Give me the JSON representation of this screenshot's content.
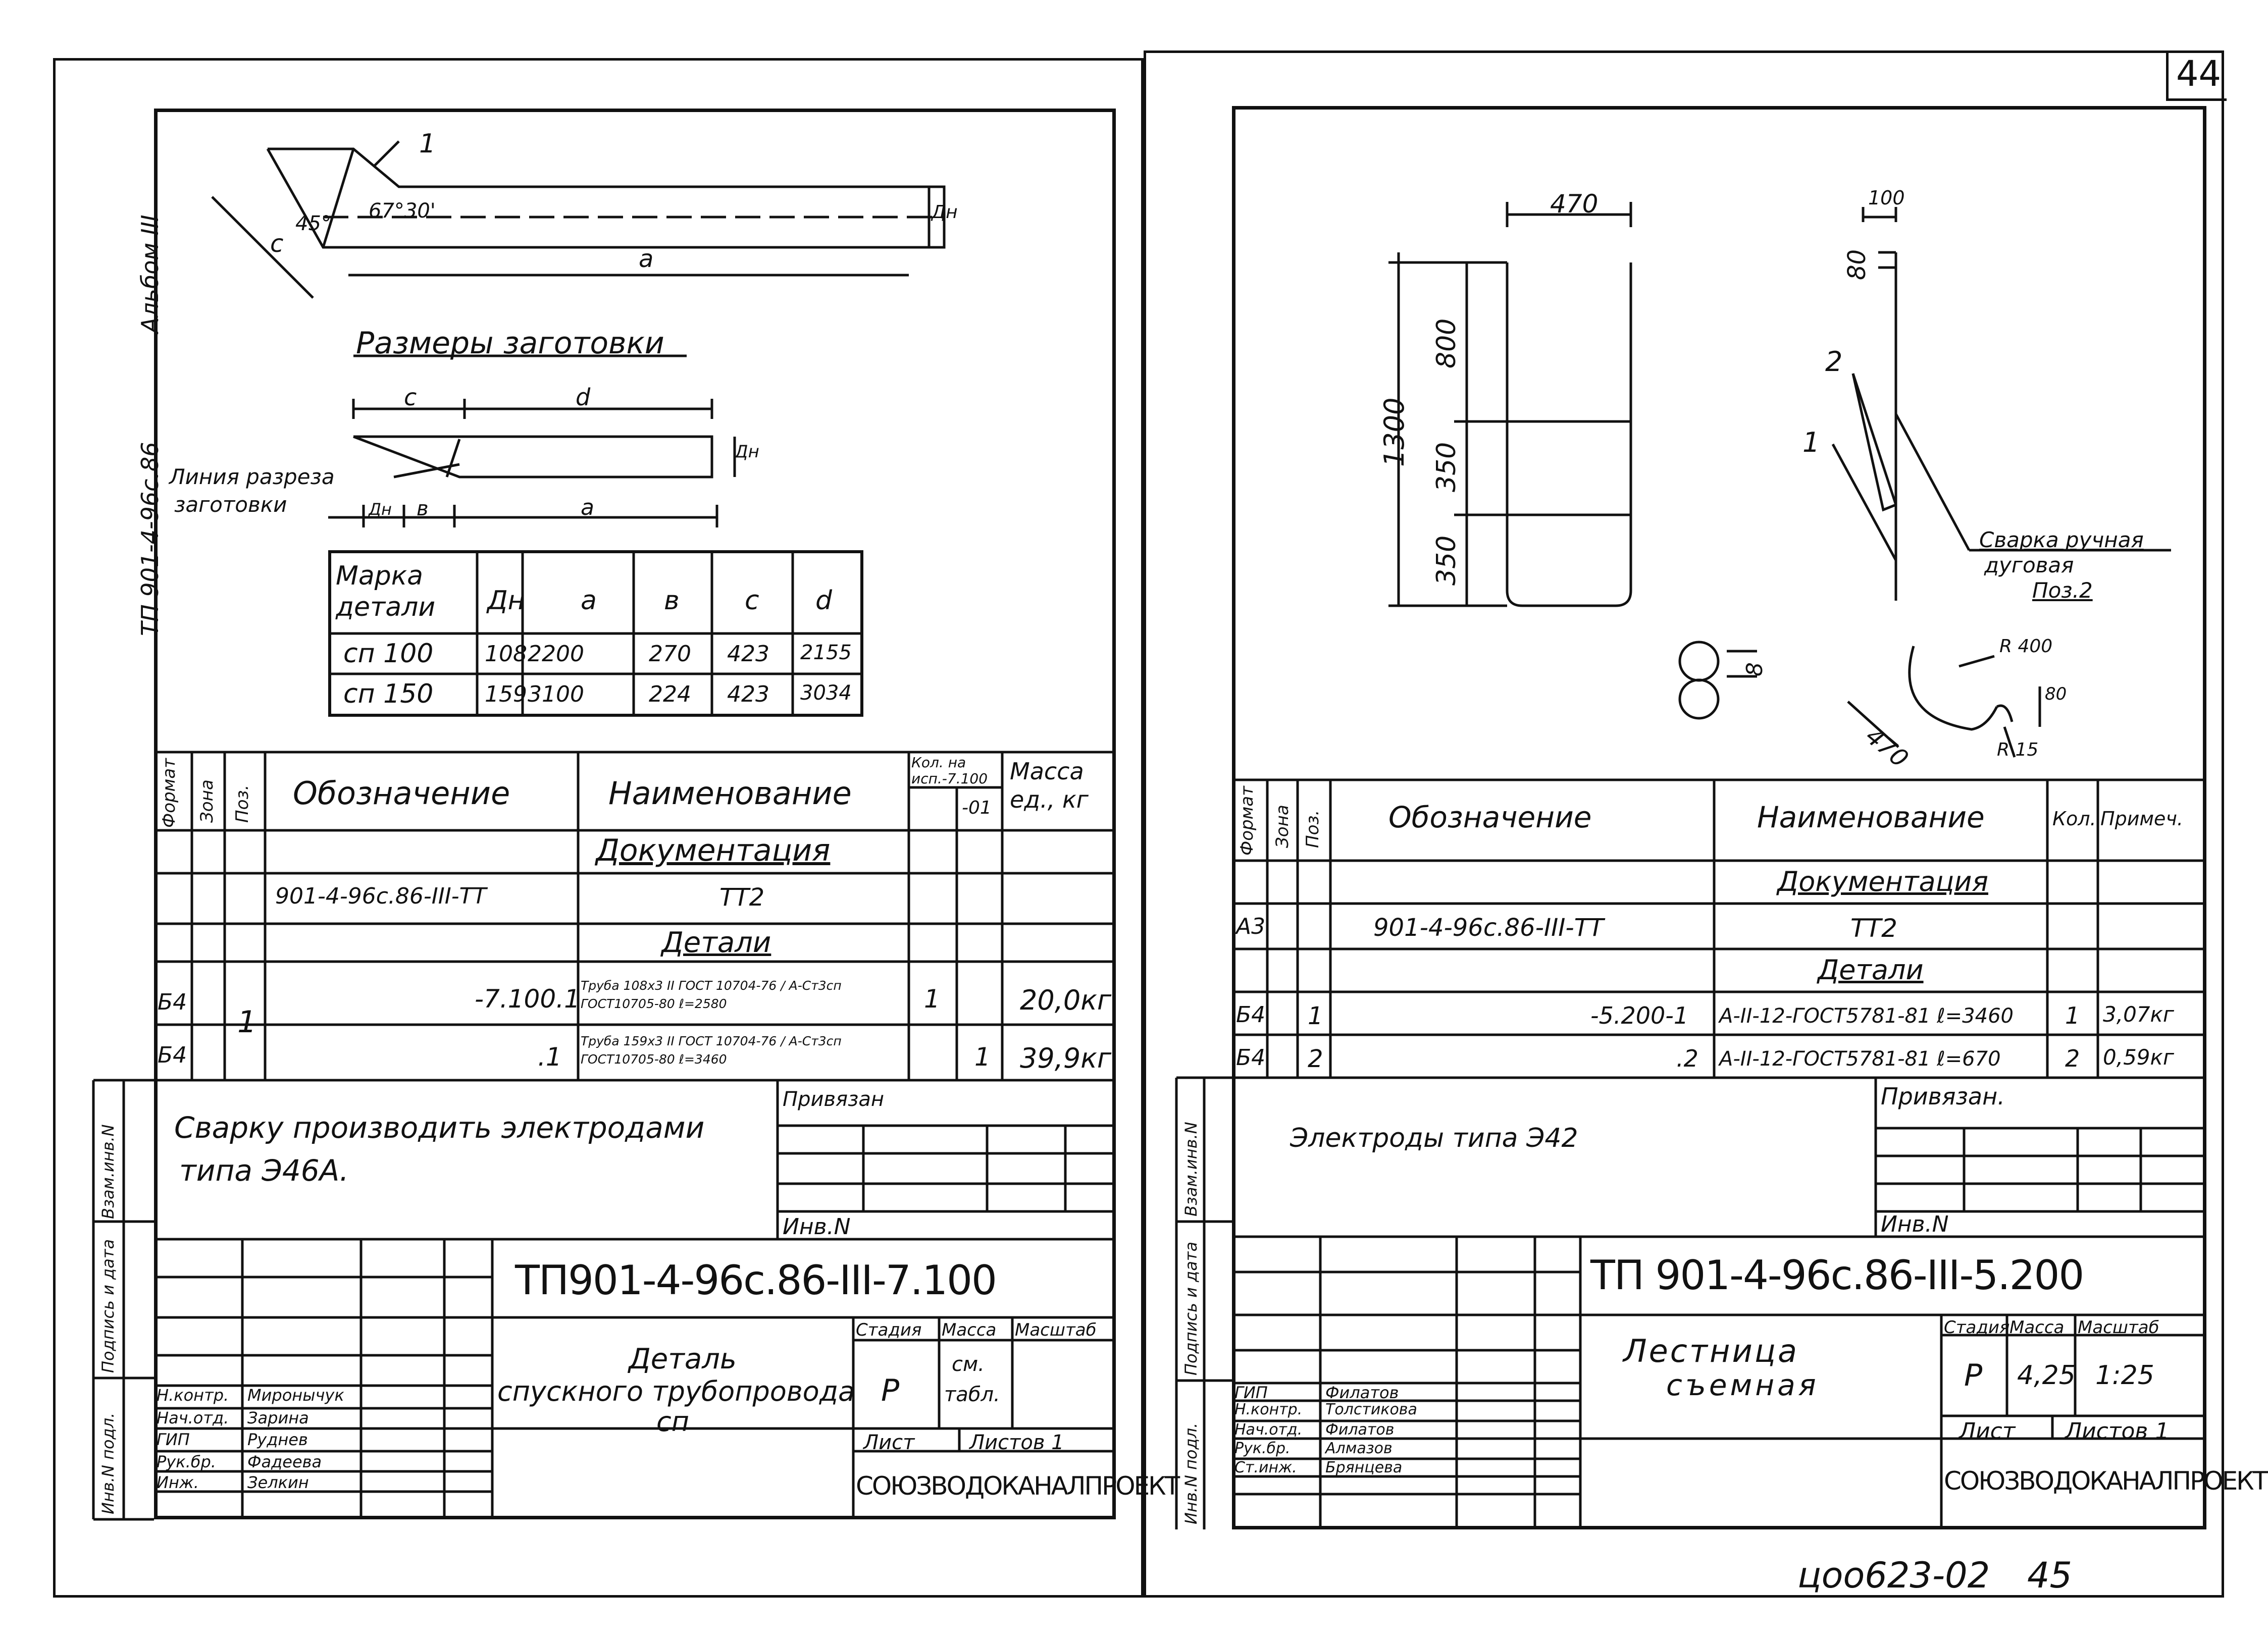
{
  "page_number": "44",
  "bottom_stamp": "цоо623-02",
  "bottom_page": "45",
  "left": {
    "album_label": "ТП 901-4-96с.86",
    "album_label2": "Альбом III",
    "pos_label": "1",
    "angle1": "45°",
    "angle2": "67°30'",
    "dim_a": "a",
    "dim_c": "c",
    "dim_dn": "Дн",
    "blank_title": "Размеры заготовки",
    "blank_c": "c",
    "blank_d": "d",
    "blank_dn": "Дн",
    "blank_b": "в",
    "blank_a": "a",
    "cut_line_label": "Линия разреза",
    "cut_line_label2": "заготовки",
    "dims_table": {
      "headers": [
        "Марка детали",
        "Дн",
        "a",
        "в",
        "c",
        "d"
      ],
      "rows": [
        [
          "сп 100",
          "108",
          "2200",
          "270",
          "423",
          "2155"
        ],
        [
          "сп 150",
          "159",
          "3100",
          "224",
          "423",
          "3034"
        ]
      ]
    },
    "spec": {
      "h_format": "Формат",
      "h_zone": "Зона",
      "h_pos": "Поз.",
      "h_designation": "Обозначение",
      "h_name": "Наименование",
      "h_qty": "Кол. на исп.-7.100",
      "h_qty_sub": "-01",
      "h_mass": "Масса ед., кг",
      "section_docs": "Документация",
      "doc_designation": "901-4-96с.86-III-ТТ",
      "doc_name": "ТТ2",
      "section_parts": "Детали",
      "rows": [
        {
          "format": "Б4",
          "pos": "1",
          "designation": "-7.100.1",
          "name": "Труба 108х3 II ГОСТ 10704-76 / А-Ст3сп ГОСТ10705-80 ℓ=2580",
          "qty": "1",
          "qty2": "",
          "mass": "20,0кг"
        },
        {
          "format": "Б4",
          "pos": "",
          "designation": ".1",
          "name": "Труба 159х3 II ГОСТ 10704-76 / А-Ст3сп ГОСТ10705-80 ℓ=3460",
          "qty": "",
          "qty2": "1",
          "mass": "39,9кг"
        }
      ]
    },
    "note": "Сварку производить электродами",
    "note2": "типа Э46А.",
    "privyazan": "Привязан",
    "inv_no": "Инв.N",
    "stamp": {
      "code": "ТП901-4-96с.86-III-7.100",
      "title": "Деталь",
      "title2": "спускного трубопровода",
      "title3": "сп",
      "stage_h": "Стадия",
      "mass_h": "Масса",
      "scale_h": "Масштаб",
      "stage": "Р",
      "mass": "см.",
      "mass2": "табл.",
      "sheet": "Лист",
      "sheets": "Листов 1",
      "org": "СОЮЗВОДОКАНАЛПРОЕКТ",
      "people": [
        {
          "role": "Н.контр.",
          "name": "Миронычук"
        },
        {
          "role": "Нач.отд.",
          "name": "Зарина"
        },
        {
          "role": "ГИП",
          "name": "Руднев"
        },
        {
          "role": "Рук.бр.",
          "name": "Фадеева"
        },
        {
          "role": "Инж.",
          "name": "Зелкин"
        }
      ]
    },
    "side_labels": [
      "Взам.инв.N",
      "Подпись и дата",
      "Инв.N подл."
    ]
  },
  "right": {
    "dim_470": "470",
    "dim_1300": "1300",
    "dim_800": "800",
    "dim_350a": "350",
    "dim_350b": "350",
    "dim_100": "100",
    "dim_80": "80",
    "pos1": "1",
    "pos2": "2",
    "weld_label": "Сварка ручная",
    "weld_label2": "дуговая",
    "weld_label3": "Поз.2",
    "dim_8": "8",
    "r400": "R 400",
    "r15": "R 15",
    "dim_80b": "80",
    "dim_470b": "470",
    "spec": {
      "h_format": "Формат",
      "h_zone": "Зона",
      "h_pos": "Поз.",
      "h_designation": "Обозначение",
      "h_name": "Наименование",
      "h_qty": "Кол.",
      "h_note": "Примеч.",
      "section_docs": "Документация",
      "doc_format": "А3",
      "doc_designation": "901-4-96с.86-III-ТТ",
      "doc_name": "ТТ2",
      "section_parts": "Детали",
      "rows": [
        {
          "format": "Б4",
          "pos": "1",
          "designation": "-5.200-1",
          "name": "А-II-12-ГОСТ5781-81 ℓ=3460",
          "qty": "1",
          "note": "3,07кг"
        },
        {
          "format": "Б4",
          "pos": "2",
          "designation": ".2",
          "name": "А-II-12-ГОСТ5781-81 ℓ=670",
          "qty": "2",
          "note": "0,59кг"
        }
      ]
    },
    "note": "Электроды типа Э42",
    "privyazan": "Привязан.",
    "inv_no": "Инв.N",
    "stamp": {
      "code": "ТП 901-4-96с.86-III-5.200",
      "title": "Лестница",
      "title2": "съемная",
      "stage_h": "Стадия",
      "mass_h": "Масса",
      "scale_h": "Масштаб",
      "stage": "Р",
      "mass": "4,25",
      "scale": "1:25",
      "sheet": "Лист",
      "sheets": "Листов 1",
      "org": "СОЮЗВОДОКАНАЛПРОЕКТ",
      "people": [
        {
          "role": "ГИП",
          "name": "Филатов"
        },
        {
          "role": "Н.контр.",
          "name": "Толстикова"
        },
        {
          "role": "Нач.отд.",
          "name": "Филатов"
        },
        {
          "role": "Рук.бр.",
          "name": "Алмазов"
        },
        {
          "role": "Ст.инж.",
          "name": "Брянцева"
        }
      ]
    },
    "side_labels": [
      "Взам.инв.N",
      "Подпись и дата",
      "Инв.N подл."
    ]
  }
}
